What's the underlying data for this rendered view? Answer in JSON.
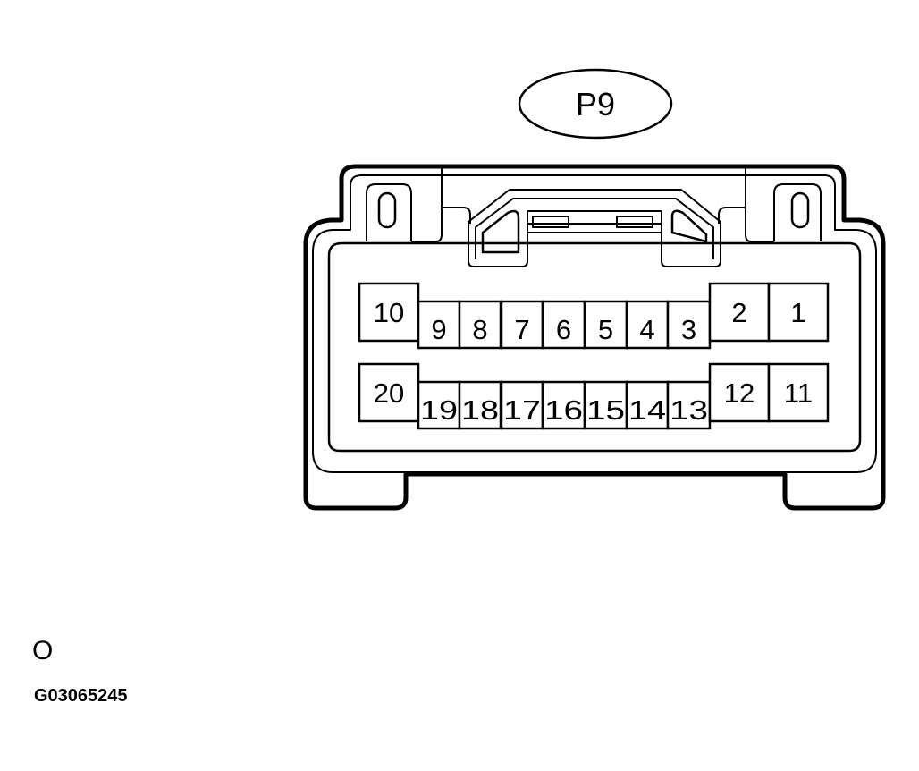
{
  "connector": {
    "label": "P9",
    "pins_top_row": [
      "10",
      "9",
      "8",
      "7",
      "6",
      "5",
      "4",
      "3",
      "2",
      "1"
    ],
    "pins_bottom_row": [
      "20",
      "19",
      "18",
      "17",
      "16",
      "15",
      "14",
      "13",
      "12",
      "11"
    ]
  },
  "footer": {
    "mark": "O",
    "figure_code": "G03065245"
  }
}
